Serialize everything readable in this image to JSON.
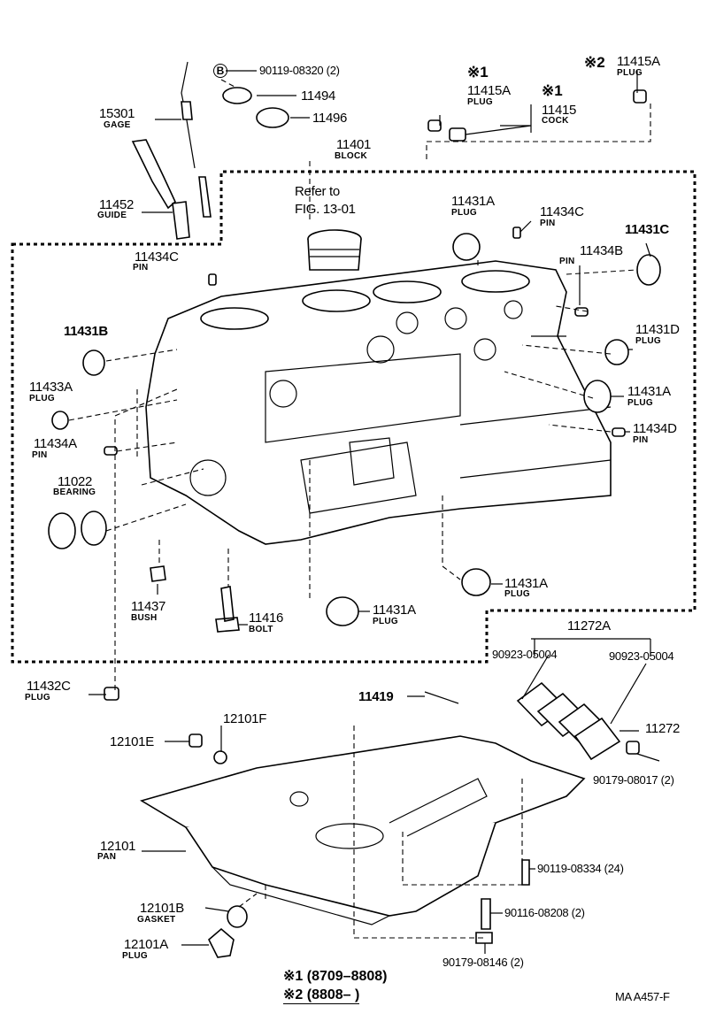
{
  "labels": {
    "p90119_08320": "90119-08320 (2)",
    "b_mark": "B",
    "p11494": "11494",
    "p11496": "11496",
    "p15301": "15301",
    "gage": "GAGE",
    "p11452": "11452",
    "guide": "GUIDE",
    "p11401": "11401",
    "block": "BLOCK",
    "refer1": "Refer to",
    "refer2": "FIG. 13-01",
    "mark1a": "※1",
    "p11415A_1": "11415A",
    "plug_1": "PLUG",
    "mark1b": "※1",
    "p11415": "11415",
    "cock": "COCK",
    "mark2": "※2",
    "p11415A_2": "11415A",
    "plug_2": "PLUG",
    "p11431A_top": "11431A",
    "plug_top": "PLUG",
    "p11434C_top": "11434C",
    "pin_top": "PIN",
    "p11431C": "11431C",
    "p11434B": "11434B",
    "pin_b": "PIN",
    "p11434C_left": "11434C",
    "pin_left": "PIN",
    "p11431B": "11431B",
    "p11431D": "11431D",
    "plug_d": "PLUG",
    "p11433A": "11433A",
    "plug_33": "PLUG",
    "p11431A_right": "11431A",
    "plug_right": "PLUG",
    "p11434A": "11434A",
    "pin_a": "PIN",
    "p11434D": "11434D",
    "pin_d": "PIN",
    "p11022": "11022",
    "bearing": "BEARING",
    "p11431A_mid": "11431A",
    "plug_mid": "PLUG",
    "p11437": "11437",
    "bush": "BUSH",
    "p11416": "11416",
    "bolt": "BOLT",
    "p11431A_low": "11431A",
    "plug_low": "PLUG",
    "p11272A": "11272A",
    "p90923_a": "90923-05004",
    "p90923_b": "90923-05004",
    "p11432C": "11432C",
    "plug_32": "PLUG",
    "p11419": "11419",
    "p11272": "11272",
    "p12101F": "12101F",
    "p12101E": "12101E",
    "p90179_08017": "90179-08017 (2)",
    "p12101": "12101",
    "pan": "PAN",
    "p90119_08334": "90119-08334 (24)",
    "p12101B": "12101B",
    "gasket": "GASKET",
    "p90116_08208": "90116-08208 (2)",
    "p12101A": "12101A",
    "plug_pan": "PLUG",
    "p90179_08146": "90179-08146 (2)",
    "legend1": "※1 (8709–8808)",
    "legend2": "※2 (8808–        )",
    "fig_code": "MA  A457-F"
  }
}
